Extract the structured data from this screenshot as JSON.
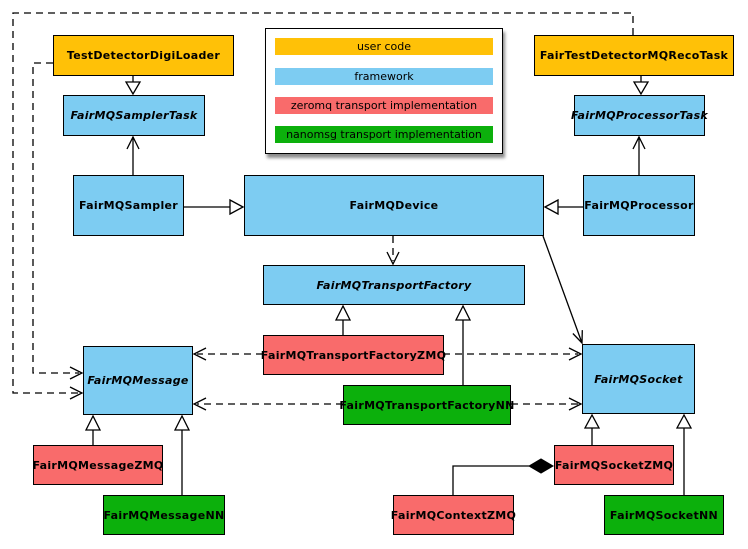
{
  "colors": {
    "user_code": "#FFC107",
    "framework": "#7DCCF2",
    "zeromq": "#F96B6B",
    "nanomsg": "#0CB00C",
    "edge": "#000000",
    "background": "#FFFFFF"
  },
  "legend": {
    "items": [
      {
        "label": "user code",
        "category": "user_code"
      },
      {
        "label": "framework",
        "category": "framework"
      },
      {
        "label": "zeromq transport implementation",
        "category": "zeromq"
      },
      {
        "label": "nanomsg transport implementation",
        "category": "nanomsg"
      }
    ]
  },
  "nodes": {
    "test_detector_digi_loader": {
      "label": "TestDetectorDigiLoader",
      "category": "user_code",
      "abstract": false
    },
    "fair_test_detector_mq_reco_task": {
      "label": "FairTestDetectorMQRecoTask",
      "category": "user_code",
      "abstract": false
    },
    "fairmq_sampler_task": {
      "label": "FairMQSamplerTask",
      "category": "framework",
      "abstract": true
    },
    "fairmq_processor_task": {
      "label": "FairMQProcessorTask",
      "category": "framework",
      "abstract": true
    },
    "fairmq_sampler": {
      "label": "FairMQSampler",
      "category": "framework",
      "abstract": false
    },
    "fairmq_device": {
      "label": "FairMQDevice",
      "category": "framework",
      "abstract": false
    },
    "fairmq_processor": {
      "label": "FairMQProcessor",
      "category": "framework",
      "abstract": false
    },
    "fairmq_transport_factory": {
      "label": "FairMQTransportFactory",
      "category": "framework",
      "abstract": true
    },
    "fairmq_transport_factory_zmq": {
      "label": "FairMQTransportFactoryZMQ",
      "category": "zeromq",
      "abstract": false
    },
    "fairmq_transport_factory_nn": {
      "label": "FairMQTransportFactoryNN",
      "category": "nanomsg",
      "abstract": false
    },
    "fairmq_message": {
      "label": "FairMQMessage",
      "category": "framework",
      "abstract": true
    },
    "fairmq_socket": {
      "label": "FairMQSocket",
      "category": "framework",
      "abstract": true
    },
    "fairmq_message_zmq": {
      "label": "FairMQMessageZMQ",
      "category": "zeromq",
      "abstract": false
    },
    "fairmq_message_nn": {
      "label": "FairMQMessageNN",
      "category": "nanomsg",
      "abstract": false
    },
    "fairmq_socket_zmq": {
      "label": "FairMQSocketZMQ",
      "category": "zeromq",
      "abstract": false
    },
    "fairmq_socket_nn": {
      "label": "FairMQSocketNN",
      "category": "nanomsg",
      "abstract": false
    },
    "fairmq_context_zmq": {
      "label": "FairMQContextZMQ",
      "category": "zeromq",
      "abstract": false
    }
  },
  "edges": [
    {
      "from": "TestDetectorDigiLoader",
      "to": "FairMQSamplerTask",
      "style": "solid-hollow-triangle"
    },
    {
      "from": "FairTestDetectorMQRecoTask",
      "to": "FairMQProcessorTask",
      "style": "solid-hollow-triangle"
    },
    {
      "from": "FairMQSampler",
      "to": "FairMQSamplerTask",
      "style": "solid-open-arrow"
    },
    {
      "from": "FairMQProcessor",
      "to": "FairMQProcessorTask",
      "style": "solid-open-arrow"
    },
    {
      "from": "FairMQSampler",
      "to": "FairMQDevice",
      "style": "solid-hollow-triangle"
    },
    {
      "from": "FairMQProcessor",
      "to": "FairMQDevice",
      "style": "solid-hollow-triangle"
    },
    {
      "from": "FairMQDevice",
      "to": "FairMQTransportFactory",
      "style": "dashed-open-arrow"
    },
    {
      "from": "FairMQDevice",
      "to": "FairMQSocket",
      "style": "solid-open-arrow"
    },
    {
      "from": "FairMQTransportFactoryZMQ",
      "to": "FairMQTransportFactory",
      "style": "solid-hollow-triangle"
    },
    {
      "from": "FairMQTransportFactoryNN",
      "to": "FairMQTransportFactory",
      "style": "solid-hollow-triangle"
    },
    {
      "from": "FairMQTransportFactoryZMQ",
      "to": "FairMQMessage",
      "style": "dashed-open-arrow"
    },
    {
      "from": "FairMQTransportFactoryZMQ",
      "to": "FairMQSocket",
      "style": "dashed-open-arrow"
    },
    {
      "from": "FairMQTransportFactoryNN",
      "to": "FairMQMessage",
      "style": "dashed-open-arrow"
    },
    {
      "from": "FairMQTransportFactoryNN",
      "to": "FairMQSocket",
      "style": "dashed-open-arrow"
    },
    {
      "from": "TestDetectorDigiLoader",
      "to": "FairMQMessage",
      "style": "dashed-open-arrow"
    },
    {
      "from": "FairTestDetectorMQRecoTask",
      "to": "FairMQMessage",
      "style": "dashed-open-arrow"
    },
    {
      "from": "FairMQMessageZMQ",
      "to": "FairMQMessage",
      "style": "solid-hollow-triangle"
    },
    {
      "from": "FairMQMessageNN",
      "to": "FairMQMessage",
      "style": "solid-hollow-triangle"
    },
    {
      "from": "FairMQSocketZMQ",
      "to": "FairMQSocket",
      "style": "solid-hollow-triangle"
    },
    {
      "from": "FairMQSocketNN",
      "to": "FairMQSocket",
      "style": "solid-hollow-triangle"
    },
    {
      "from": "FairMQContextZMQ",
      "to": "FairMQSocketZMQ",
      "style": "solid-filled-diamond"
    }
  ]
}
